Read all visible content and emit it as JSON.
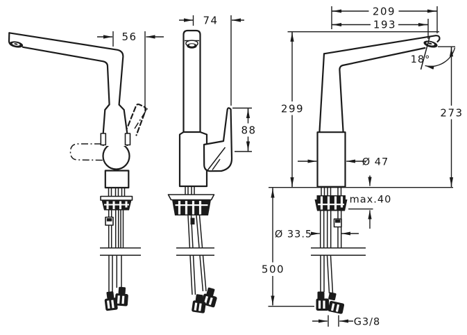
{
  "drawing": {
    "kind": "faucet installation dimension drawing",
    "colors": {
      "line": "#1b1b1b",
      "background": "#ffffff"
    }
  },
  "dimensions": {
    "spout_offset": "56",
    "front_depth": "74",
    "lever_height": "88",
    "spout_reach_total": "209",
    "spout_reach_aerator": "193",
    "spout_angle": "18°",
    "total_height": "299",
    "outlet_height": "273",
    "body_diameter": "Ø 47",
    "max_deck_thickness": "max.40",
    "shank_diameter": "Ø 33.5",
    "hose_length": "500",
    "thread_size": "G3/8"
  }
}
